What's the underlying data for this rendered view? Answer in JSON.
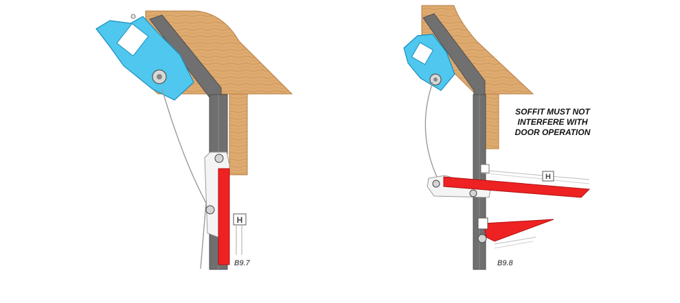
{
  "figures": [
    {
      "id": "B9.7"
    },
    {
      "id": "B9.8"
    }
  ],
  "note": {
    "lines": [
      "SOFFIT MUST NOT",
      "INTERFERE WITH",
      "DOOR OPERATION"
    ]
  },
  "colors": {
    "wood": "#deaa6f",
    "wood_dark": "#b77d43",
    "track": "#6f6f6f",
    "track_dark": "#4e4e4e",
    "operator": "#4fc7ee",
    "operator_dark": "#1a8dbb",
    "door_panel": "#ee2222",
    "bracket": "#f4f4f4",
    "note_text": "#111111"
  }
}
